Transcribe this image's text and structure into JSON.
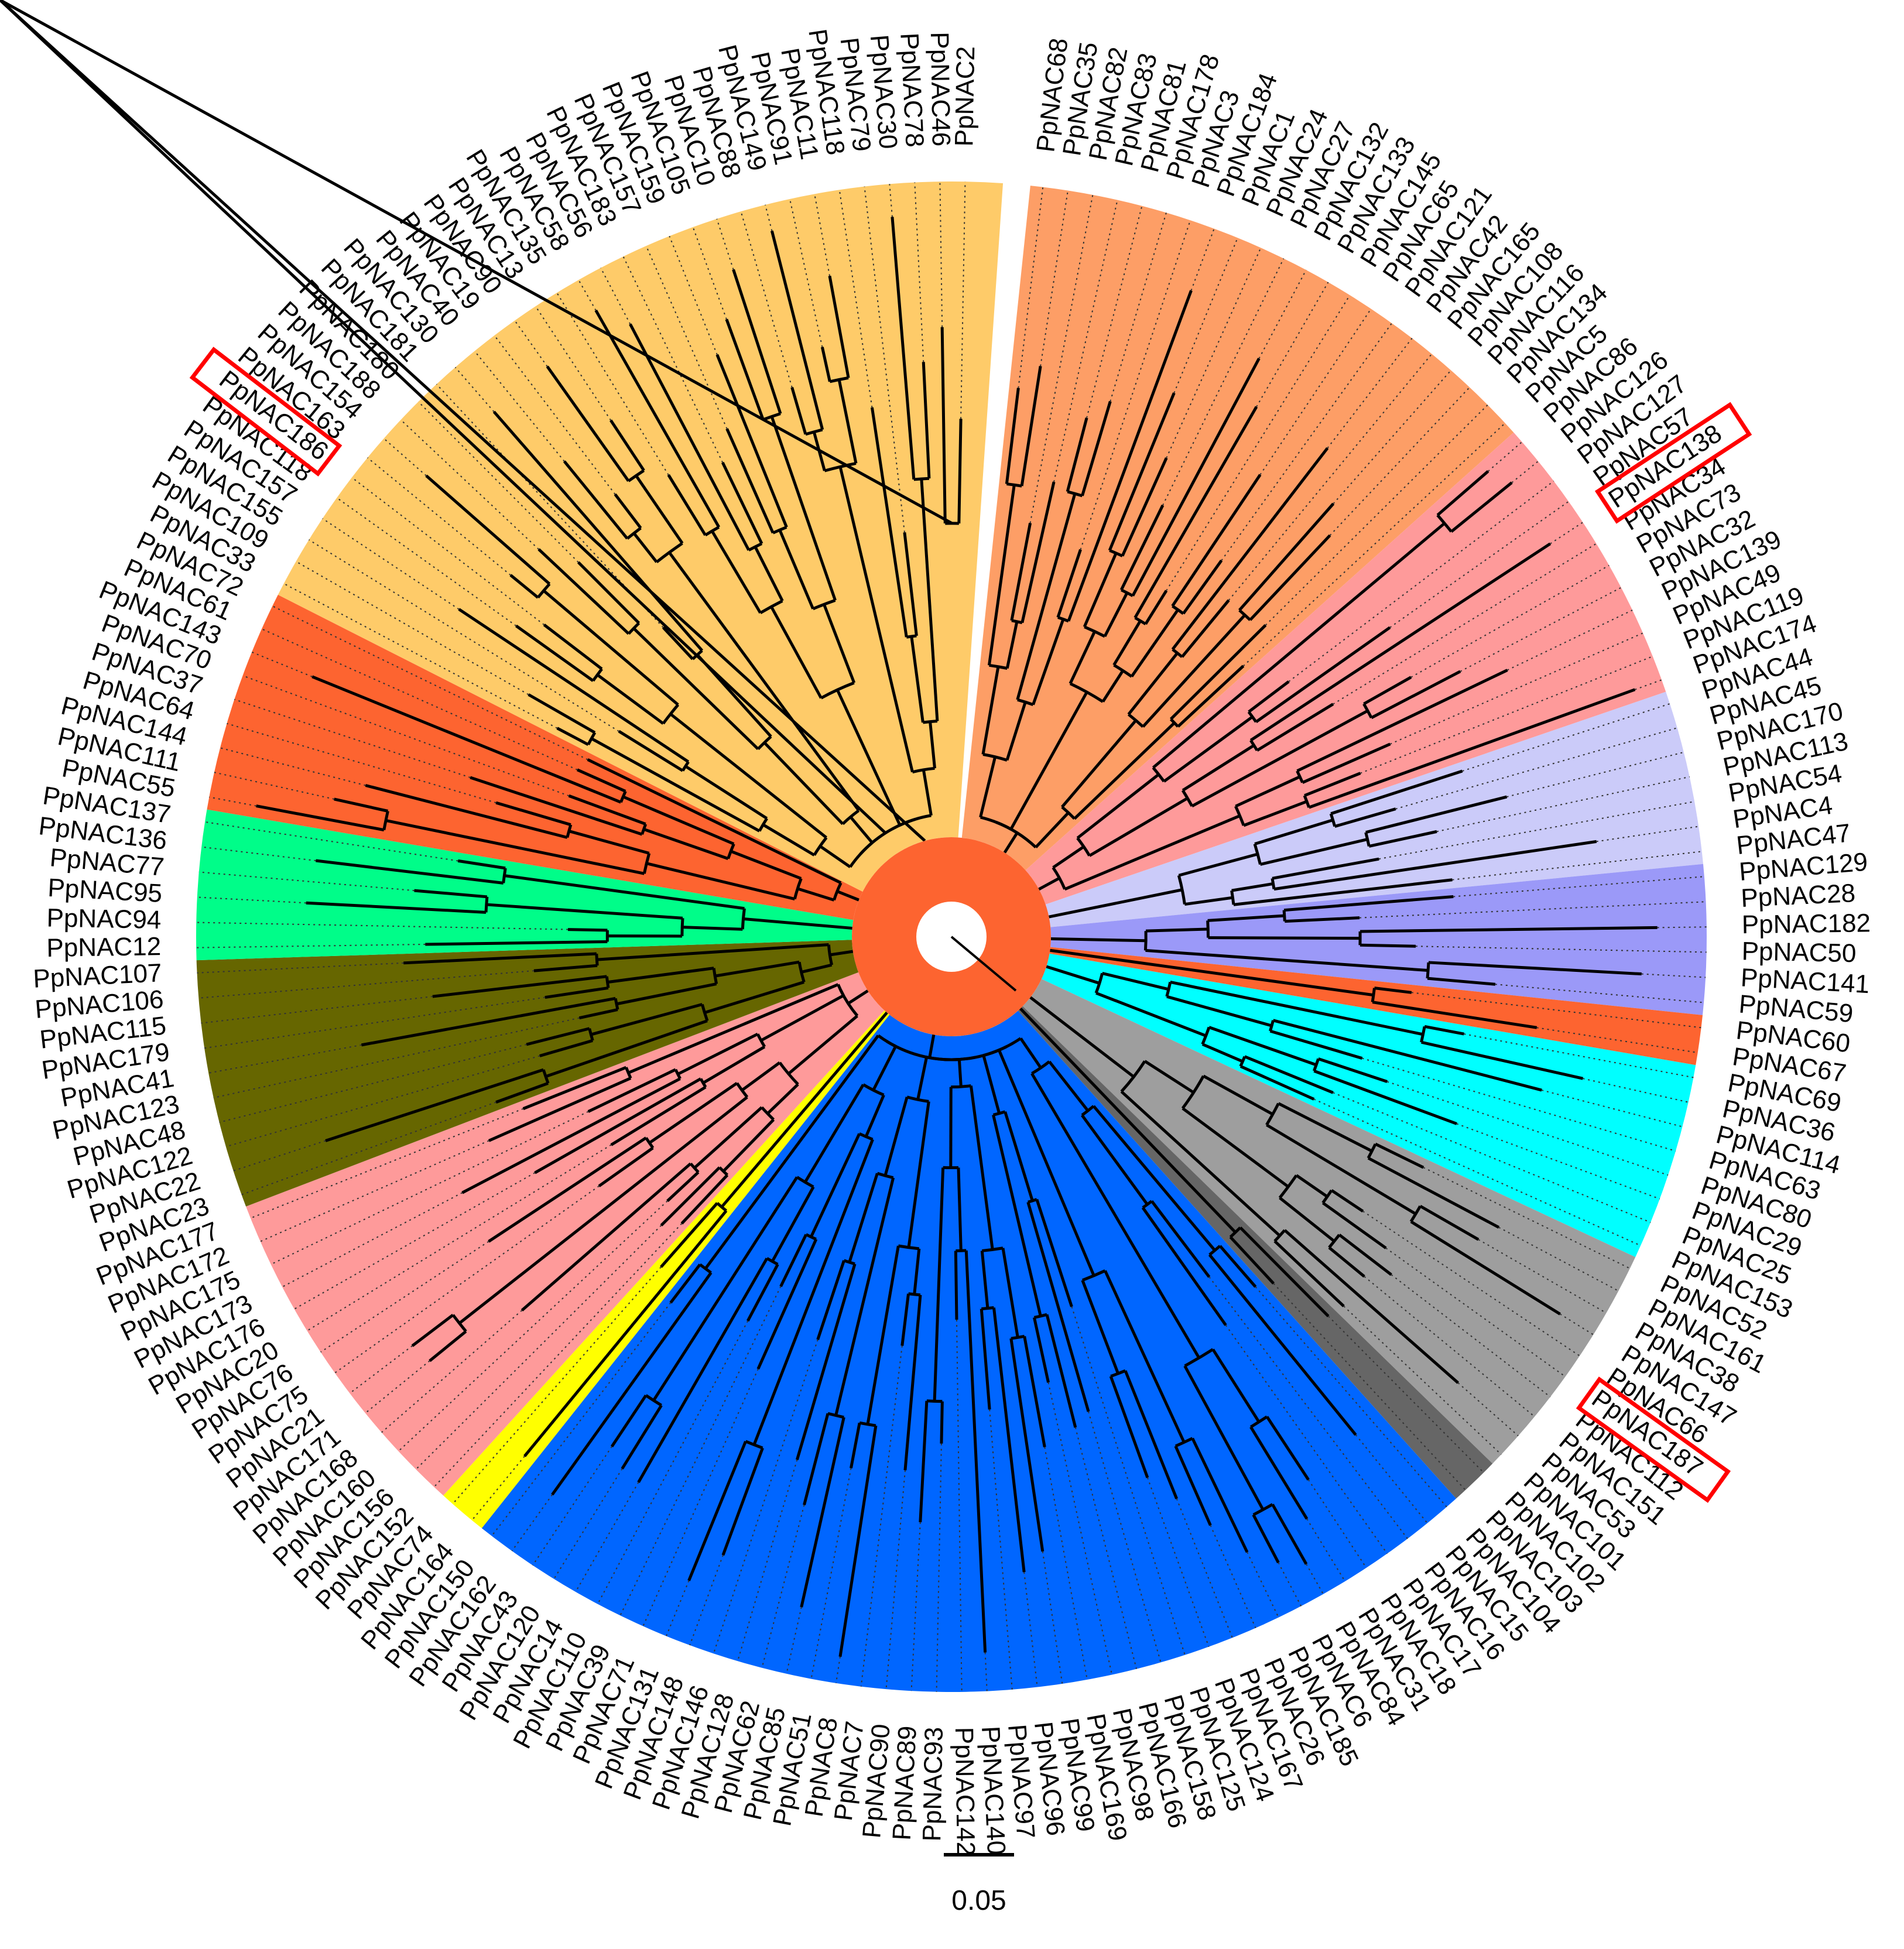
{
  "tree": {
    "leaves": [
      "PpNAC68",
      "PpNAC35",
      "PpNAC82",
      "PpNAC83",
      "PpNAC81",
      "PpNAC178",
      "PpNAC3",
      "PpNAC184",
      "PpNAC1",
      "PpNAC24",
      "PpNAC27",
      "PpNAC132",
      "PpNAC133",
      "PpNAC145",
      "PpNAC65",
      "PpNAC121",
      "PpNAC42",
      "PpNAC165",
      "PpNAC108",
      "PpNAC116",
      "PpNAC134",
      "PpNAC5",
      "PpNAC86",
      "PpNAC126",
      "PpNAC127",
      "PpNAC57",
      "PpNAC138",
      "PpNAC34",
      "PpNAC73",
      "PpNAC32",
      "PpNAC139",
      "PpNAC49",
      "PpNAC119",
      "PpNAC174",
      "PpNAC44",
      "PpNAC45",
      "PpNAC170",
      "PpNAC113",
      "PpNAC54",
      "PpNAC4",
      "PpNAC47",
      "PpNAC129",
      "PpNAC28",
      "PpNAC182",
      "PpNAC50",
      "PpNAC141",
      "PpNAC59",
      "PpNAC60",
      "PpNAC67",
      "PpNAC69",
      "PpNAC36",
      "PpNAC114",
      "PpNAC63",
      "PpNAC80",
      "PpNAC29",
      "PpNAC25",
      "PpNAC153",
      "PpNAC52",
      "PpNAC161",
      "PpNAC38",
      "PpNAC147",
      "PpNAC66",
      "PpNAC187",
      "PpNAC112",
      "PpNAC151",
      "PpNAC53",
      "PpNAC101",
      "PpNAC102",
      "PpNAC103",
      "PpNAC104",
      "PpNAC15",
      "PpNAC16",
      "PpNAC17",
      "PpNAC18",
      "PpNAC31",
      "PpNAC84",
      "PpNAC6",
      "PpNAC185",
      "PpNAC26",
      "PpNAC167",
      "PpNAC124",
      "PpNAC125",
      "PpNAC158",
      "PpNAC166",
      "PpNAC98",
      "PpNAC169",
      "PpNAC99",
      "PpNAC96",
      "PpNAC97",
      "PpNAC140",
      "PpNAC142",
      "PpNAC93",
      "PpNAC89",
      "PpNAC90",
      "PpNAC7",
      "PpNAC8",
      "PpNAC51",
      "PpNAC85",
      "PpNAC62",
      "PpNAC128",
      "PpNAC146",
      "PpNAC148",
      "PpNAC131",
      "PpNAC71",
      "PpNAC39",
      "PpNAC110",
      "PpNAC14",
      "PpNAC120",
      "PpNAC43",
      "PpNAC162",
      "PpNAC150",
      "PpNAC164",
      "PpNAC74",
      "PpNAC152",
      "PpNAC156",
      "PpNAC160",
      "PpNAC168",
      "PpNAC171",
      "PpNAC21",
      "PpNAC75",
      "PpNAC76",
      "PpNAC20",
      "PpNAC176",
      "PpNAC173",
      "PpNAC175",
      "PpNAC172",
      "PpNAC177",
      "PpNAC23",
      "PpNAC22",
      "PpNAC122",
      "PpNAC48",
      "PpNAC123",
      "PpNAC41",
      "PpNAC179",
      "PpNAC115",
      "PpNAC106",
      "PpNAC107",
      "PpNAC12",
      "PpNAC94",
      "PpNAC95",
      "PpNAC77",
      "PpNAC136",
      "PpNAC137",
      "PpNAC55",
      "PpNAC111",
      "PpNAC144",
      "PpNAC64",
      "PpNAC37",
      "PpNAC70",
      "PpNAC143",
      "PpNAC61",
      "PpNAC72",
      "PpNAC33",
      "PpNAC109",
      "PpNAC155",
      "PpNAC157",
      "PpNAC118",
      "PpNAC186",
      "PpNAC163",
      "PpNAC154",
      "PpNAC188",
      "PpNAC180",
      "PpNAC181",
      "PpNAC130",
      "PpNAC40",
      "PpNAC19",
      "PpNAC90",
      "PpNAC13",
      "PpNAC135",
      "PpNAC58",
      "PpNAC56",
      "PpNAC183",
      "PpNAC157",
      "PpNAC159",
      "PpNAC105",
      "PpNAC10",
      "PpNAC88",
      "PpNAC149",
      "PpNAC91",
      "PpNAC11",
      "PpNAC118",
      "PpNAC79",
      "PpNAC30",
      "PpNAC78",
      "PpNAC46",
      "PpNAC2"
    ],
    "clades": [
      {
        "start": 0,
        "end": 21,
        "color": "#fd9e66"
      },
      {
        "start": 22,
        "end": 33,
        "color": "#fe9a9a"
      },
      {
        "start": 34,
        "end": 40,
        "color": "#cbcbf9"
      },
      {
        "start": 41,
        "end": 46,
        "color": "#9b99f8"
      },
      {
        "start": 47,
        "end": 48,
        "color": "#fd6430"
      },
      {
        "start": 49,
        "end": 56,
        "color": "#00ffff"
      },
      {
        "start": 57,
        "end": 66,
        "color": "#9e9e9e"
      },
      {
        "start": 67,
        "end": 68,
        "color": "#666666"
      },
      {
        "start": 69,
        "end": 110,
        "color": "#0066ff"
      },
      {
        "start": 111,
        "end": 112,
        "color": "#ffff00"
      },
      {
        "start": 113,
        "end": 126,
        "color": "#fe9a9a"
      },
      {
        "start": 127,
        "end": 136,
        "color": "#666600"
      },
      {
        "start": 137,
        "end": 142,
        "color": "#00fd89"
      },
      {
        "start": 143,
        "end": 151,
        "color": "#fd6430"
      },
      {
        "start": 152,
        "end": 186,
        "color": "#fecb69"
      }
    ],
    "highlighted": [
      "PpNAC138",
      "PpNAC187",
      "PpNAC186"
    ],
    "highlight_color": "#ff0000",
    "root_color": "#fd6430"
  },
  "scale_bar": {
    "label": "0.05"
  }
}
